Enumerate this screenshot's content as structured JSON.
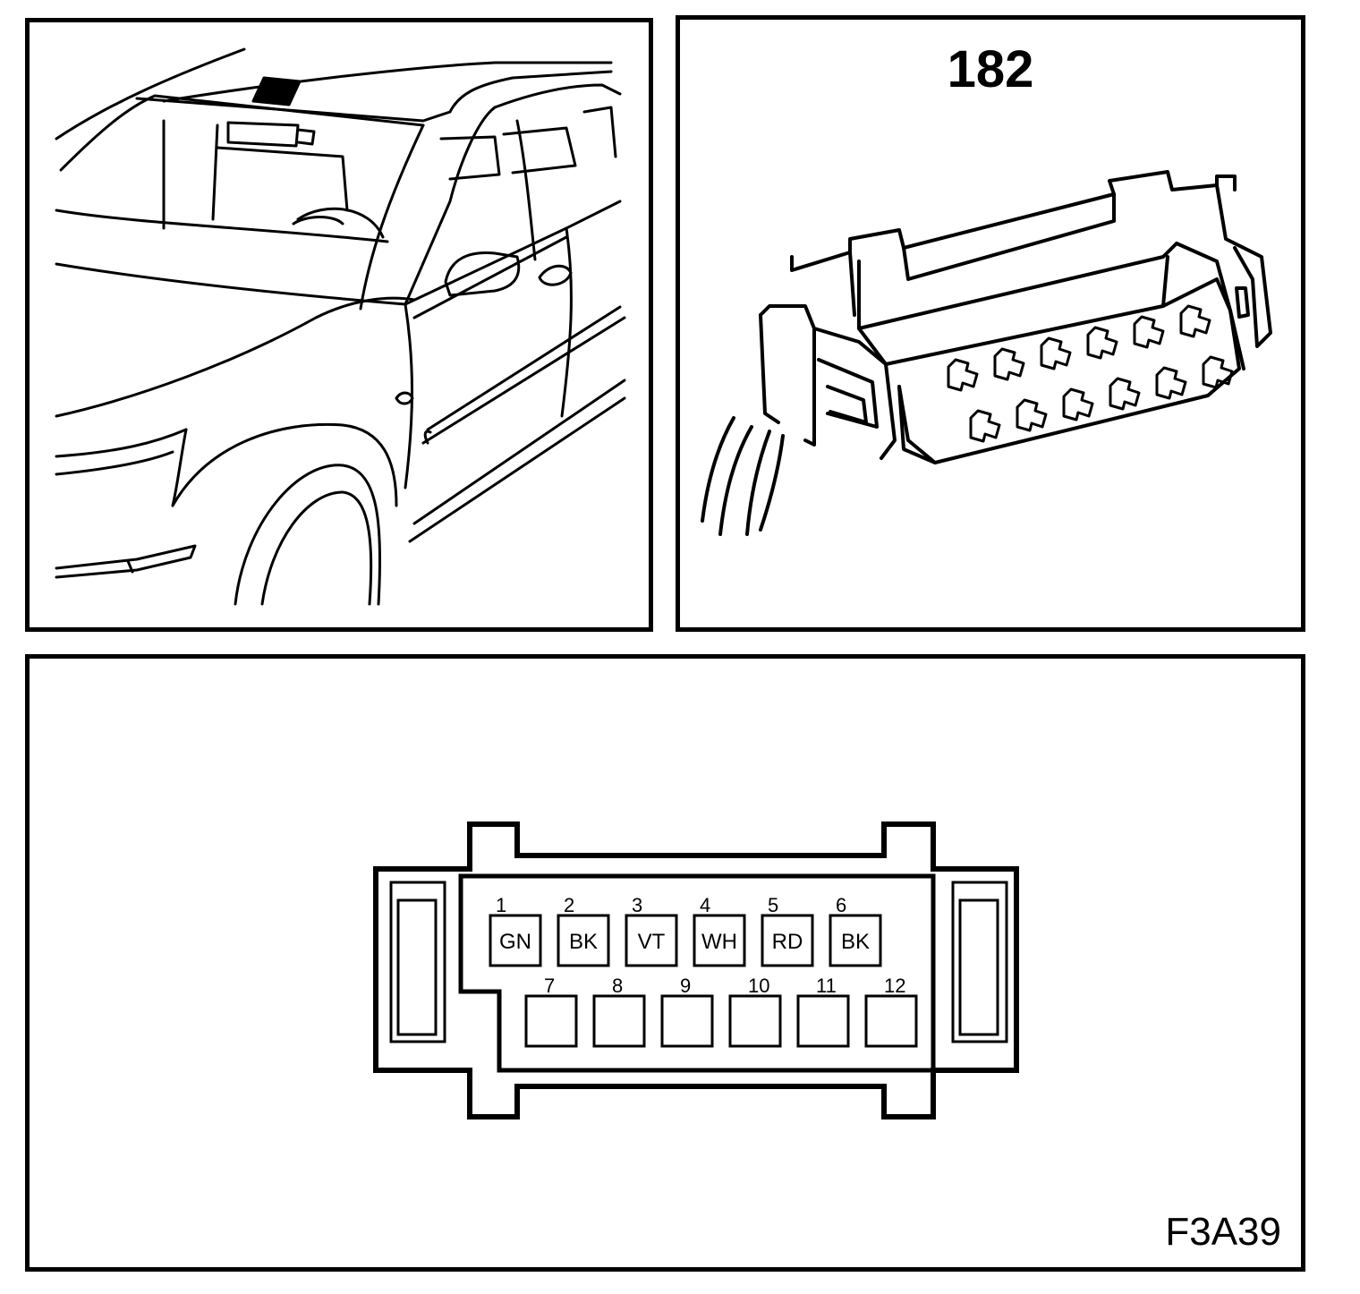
{
  "connector": {
    "number": "182",
    "figure_code": "F3A39"
  },
  "pins": [
    {
      "num": "1",
      "color": "GN"
    },
    {
      "num": "2",
      "color": "BK"
    },
    {
      "num": "3",
      "color": "VT"
    },
    {
      "num": "4",
      "color": "WH"
    },
    {
      "num": "5",
      "color": "RD"
    },
    {
      "num": "6",
      "color": "BK"
    },
    {
      "num": "7",
      "color": ""
    },
    {
      "num": "8",
      "color": ""
    },
    {
      "num": "9",
      "color": ""
    },
    {
      "num": "10",
      "color": ""
    },
    {
      "num": "11",
      "color": ""
    },
    {
      "num": "12",
      "color": ""
    }
  ]
}
